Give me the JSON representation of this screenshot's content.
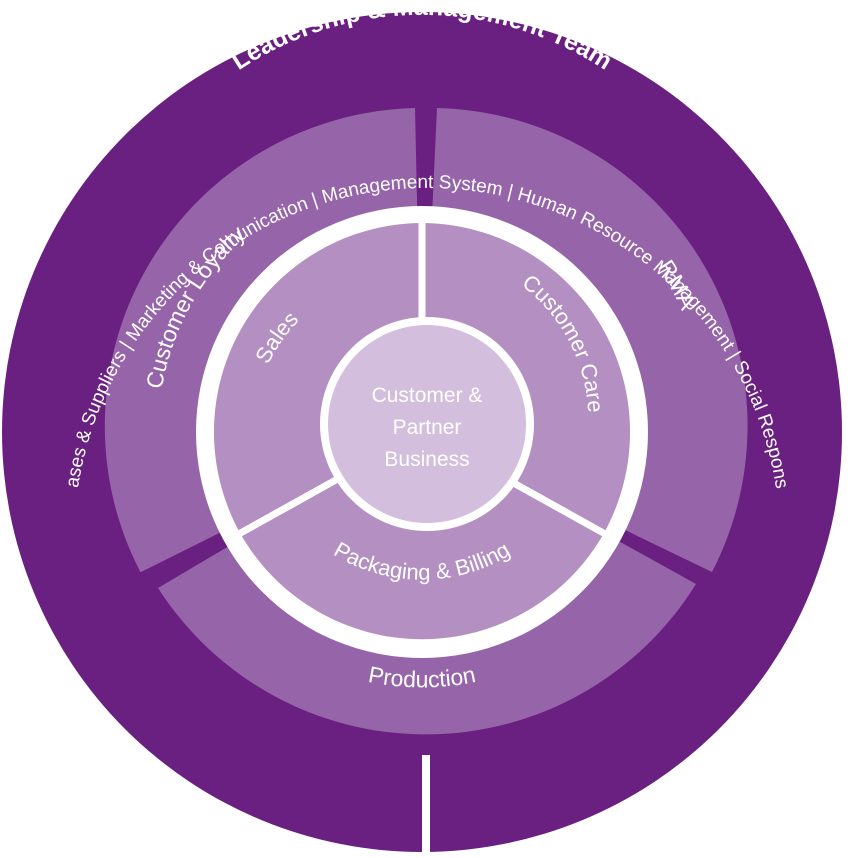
{
  "diagram": {
    "title": "Leadership & Management Team",
    "outer_arc_text": "Purchases & Suppliers | Marketing & Comunication | Management System | Human Resource Management | Social Responsability",
    "ring2": {
      "customer_loyalty": "Customer Loyalty",
      "rma": "RMA",
      "production": "Production"
    },
    "ring3": {
      "sales": "Sales",
      "customer_care": "Customer Care",
      "packaging_billing": "Packaging & Billing"
    },
    "core": {
      "line1": "Customer &",
      "line2": "Partner",
      "line3": "Business"
    },
    "colors": {
      "outer": "#6a2080",
      "ring2": "#9664a8",
      "ring3": "#b48fc2",
      "core": "#d4bedd",
      "separator": "#ffffff"
    }
  }
}
